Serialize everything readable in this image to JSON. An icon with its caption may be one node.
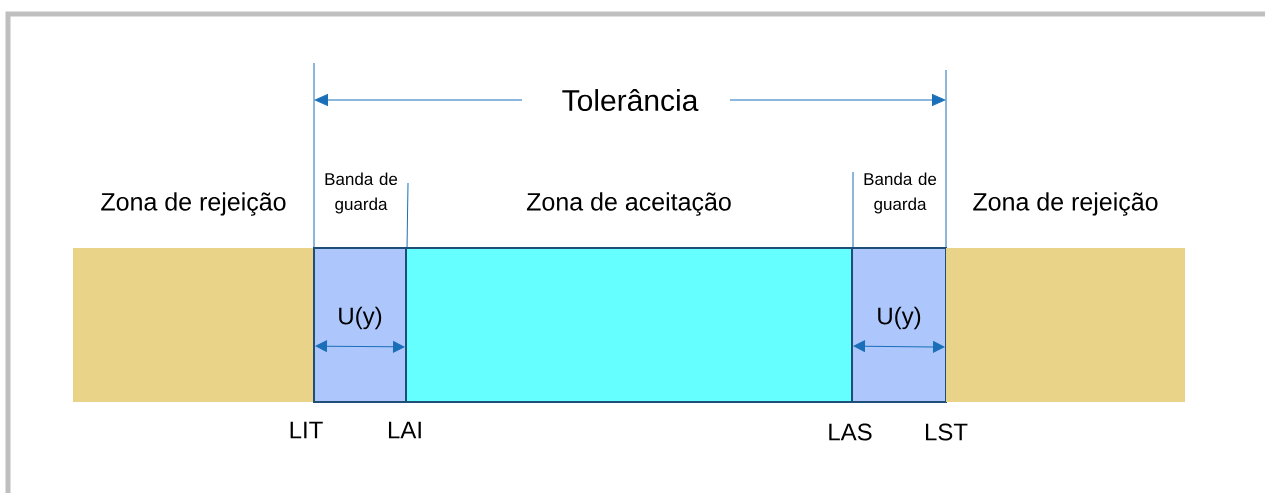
{
  "diagram": {
    "nodes": [
      {
        "text": [
          "Zona de rejeição"
        ]
      },
      {
        "text": [
          "Banda de guarda",
          "U(y)"
        ]
      },
      {
        "text": [
          "Zona de aceitação"
        ]
      },
      {
        "text": [
          "Banda de guarda",
          "U(y)"
        ]
      },
      {
        "text": [
          "Zona de rejeição"
        ]
      }
    ],
    "labels": [
      "Tolerância",
      "LIT",
      "LAI",
      "LAS",
      "LST"
    ]
  }
}
